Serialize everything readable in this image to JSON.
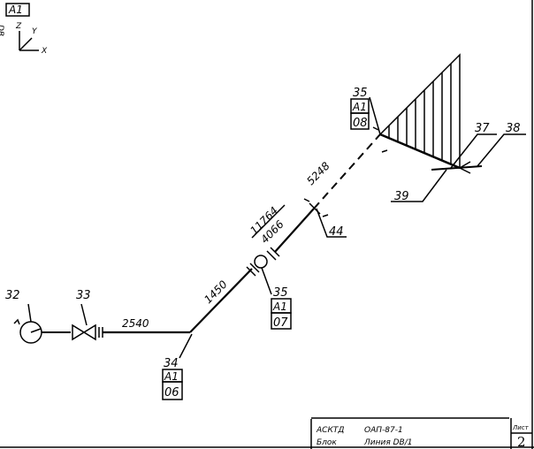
{
  "sheet_format": "A1",
  "axis_side_label": "DB",
  "axes": {
    "z": "Z",
    "y": "Y",
    "x": "X"
  },
  "items": {
    "pump": "32",
    "valve": "33",
    "corner_tag": {
      "num": "34",
      "top": "A1",
      "bottom": "06"
    },
    "mid_tag": {
      "num": "35",
      "top": "A1",
      "bottom": "07"
    },
    "top_tag": {
      "num": "35",
      "top": "A1",
      "bottom": "08"
    },
    "support": "44",
    "end_a": "37",
    "end_b": "38",
    "end_c": "39"
  },
  "dimensions": {
    "horizontal": "2540",
    "diag1": "1450",
    "diag2_total": "11764",
    "diag2": "4066",
    "diag3": "5248"
  },
  "title_block": {
    "org": "АСКТД",
    "code": "ОАП-87-1",
    "block": "Блок",
    "line": "Линия DB/1",
    "sheet_label": "Лист",
    "sheet_no": "2"
  }
}
